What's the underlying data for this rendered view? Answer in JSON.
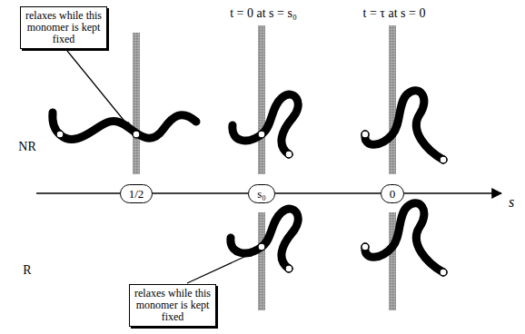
{
  "diagram": {
    "nodes": [
      {
        "text": [
          "relaxes while this monomer is kept fixed"
        ]
      },
      {
        "text": [
          "1/2"
        ]
      },
      {
        "text": [
          "s₀"
        ]
      },
      {
        "text": [
          "0"
        ]
      },
      {
        "text": [
          "relaxes while this monomer is kept fixed"
        ]
      }
    ],
    "labels": [
      "t = 0 at s = s₀",
      "t = τ at s = 0",
      "NR",
      "s",
      "R"
    ]
  }
}
